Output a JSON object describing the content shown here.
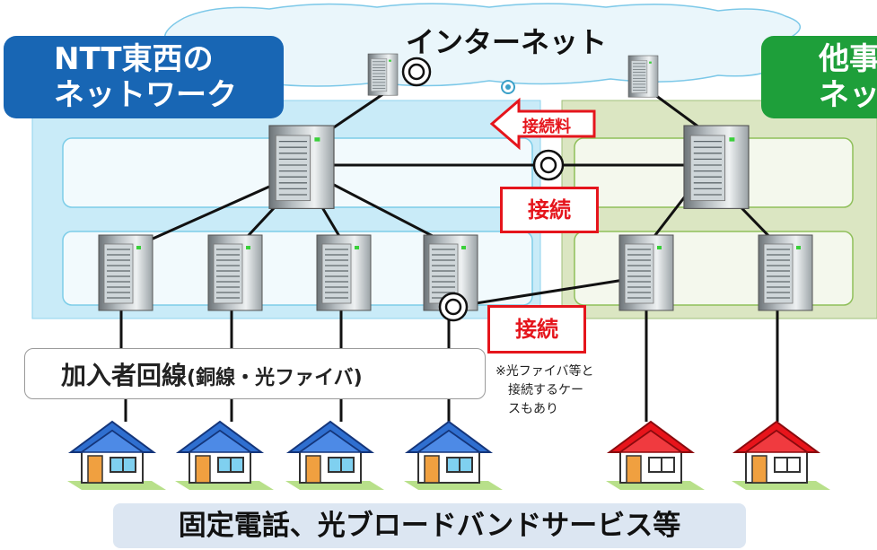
{
  "internet_label": "インターネット",
  "ntt_network": {
    "line1": "NTT東西の",
    "line2": "ネットワーク"
  },
  "other_network": {
    "line1": "他事",
    "line2": "ネッ"
  },
  "connection_fee_label": "接続料",
  "connection_label_upper": "接続",
  "connection_label_lower": "接続",
  "subscriber_line": {
    "main": "加入者回線",
    "detail": "(銅線・光ファイバ)"
  },
  "note": "※光ファイバ等と\n　接続するケー\n　スもあり",
  "bottom_label": "固定電話、光ブロードバンドサービス等",
  "colors": {
    "ntt_blue": "#1866b4",
    "ntt_area": "#c9ebf8",
    "other_green": "#1e9f3a",
    "other_area": "#dbe6c2",
    "cloud": "#eaf6fb",
    "connection_red": "#e5151c",
    "ntt_house_roof": "#2f6fd0",
    "other_house_roof": "#e8141b"
  },
  "icons": [
    "cloud-shape",
    "server-icon",
    "interconnect-point-icon",
    "house-icon",
    "left-arrow-icon"
  ]
}
